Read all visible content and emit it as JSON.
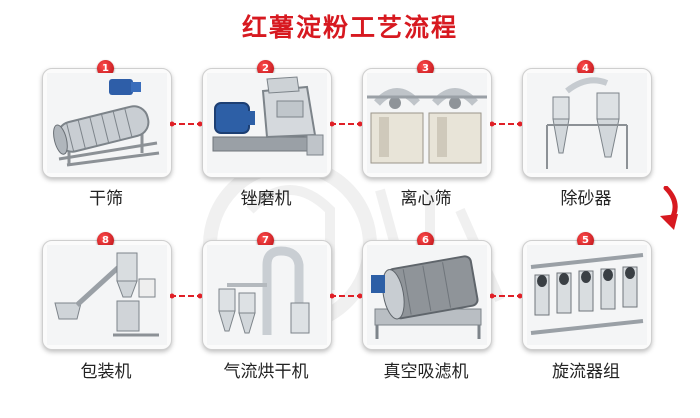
{
  "title": "红薯淀粉工艺流程",
  "colors": {
    "accent": "#d71920",
    "chain": "#e02027"
  },
  "steps": [
    {
      "num": "1",
      "label": "干筛"
    },
    {
      "num": "2",
      "label": "锉磨机"
    },
    {
      "num": "3",
      "label": "离心筛"
    },
    {
      "num": "4",
      "label": "除砂器"
    },
    {
      "num": "5",
      "label": "旋流器组"
    },
    {
      "num": "6",
      "label": "真空吸滤机"
    },
    {
      "num": "7",
      "label": "气流烘干机"
    },
    {
      "num": "8",
      "label": "包装机"
    }
  ]
}
